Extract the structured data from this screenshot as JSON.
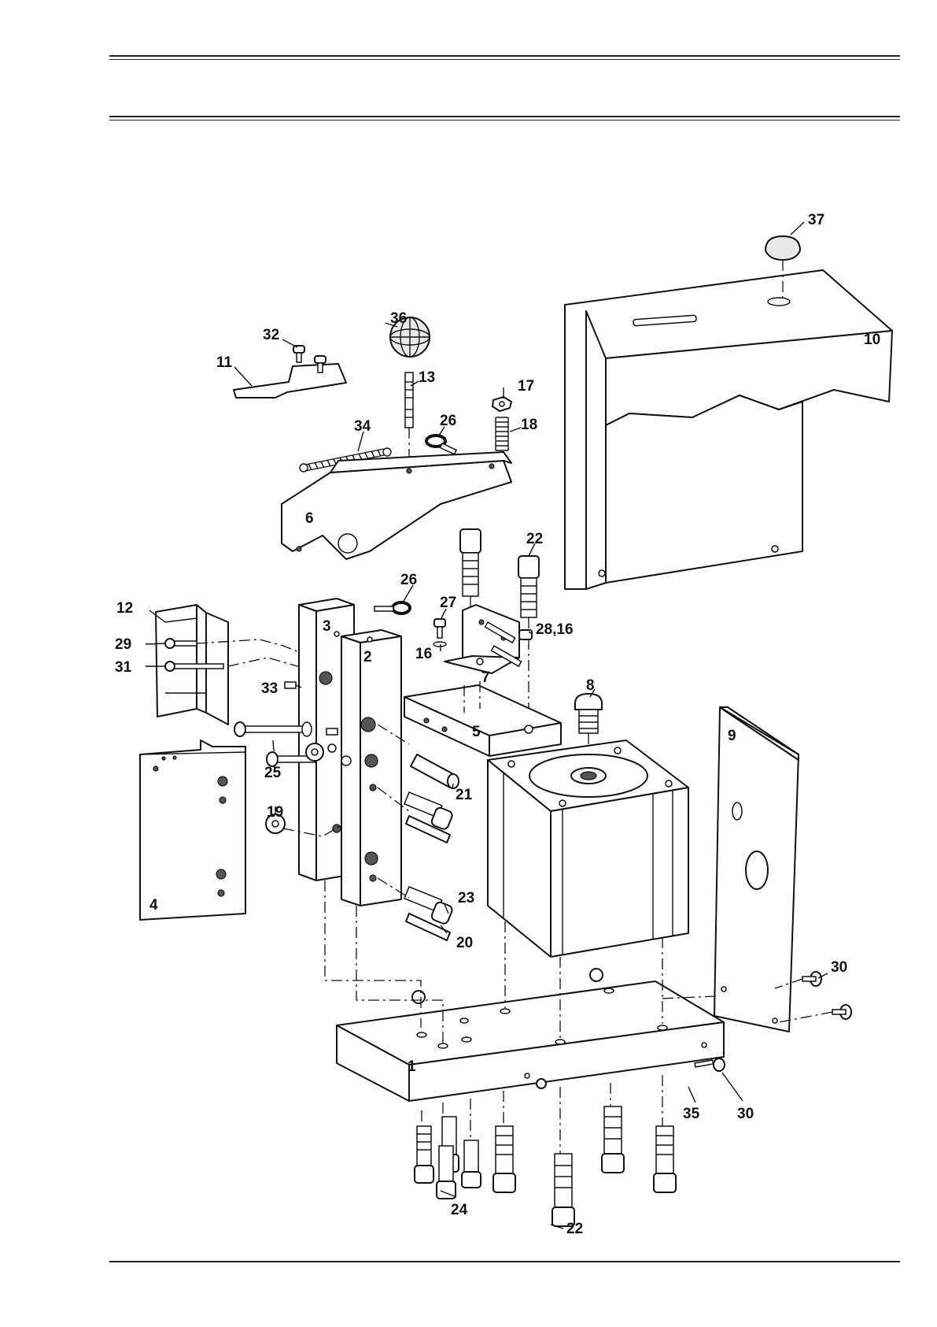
{
  "page": {
    "header_rules": [
      "top-rule-double",
      "second-rule-double"
    ],
    "footer_rules": [
      "bottom-rule"
    ]
  },
  "diagram": {
    "labels": [
      {
        "id": "p37",
        "text": "37"
      },
      {
        "id": "p10",
        "text": "10"
      },
      {
        "id": "p32",
        "text": "32"
      },
      {
        "id": "p36",
        "text": "36"
      },
      {
        "id": "p11",
        "text": "11"
      },
      {
        "id": "p13",
        "text": "13"
      },
      {
        "id": "p17",
        "text": "17"
      },
      {
        "id": "p26a",
        "text": "26"
      },
      {
        "id": "p18",
        "text": "18"
      },
      {
        "id": "p34",
        "text": "34"
      },
      {
        "id": "p6",
        "text": "6"
      },
      {
        "id": "p22a",
        "text": "22"
      },
      {
        "id": "p26b",
        "text": "26"
      },
      {
        "id": "p12",
        "text": "12"
      },
      {
        "id": "p27",
        "text": "27"
      },
      {
        "id": "p3",
        "text": "3"
      },
      {
        "id": "p2816",
        "text": "28,16"
      },
      {
        "id": "p29",
        "text": "29"
      },
      {
        "id": "p16",
        "text": "16"
      },
      {
        "id": "p2",
        "text": "2"
      },
      {
        "id": "p31",
        "text": "31"
      },
      {
        "id": "p7",
        "text": "7"
      },
      {
        "id": "p33",
        "text": "33"
      },
      {
        "id": "p8",
        "text": "8"
      },
      {
        "id": "p5",
        "text": "5"
      },
      {
        "id": "p9",
        "text": "9"
      },
      {
        "id": "p25",
        "text": "25"
      },
      {
        "id": "p21",
        "text": "21"
      },
      {
        "id": "p19",
        "text": "19"
      },
      {
        "id": "p4",
        "text": "4"
      },
      {
        "id": "p23",
        "text": "23"
      },
      {
        "id": "p20",
        "text": "20"
      },
      {
        "id": "p30a",
        "text": "30"
      },
      {
        "id": "p1",
        "text": "1"
      },
      {
        "id": "p35",
        "text": "35"
      },
      {
        "id": "p30b",
        "text": "30"
      },
      {
        "id": "p24",
        "text": "24"
      },
      {
        "id": "p22b",
        "text": "22"
      }
    ]
  }
}
